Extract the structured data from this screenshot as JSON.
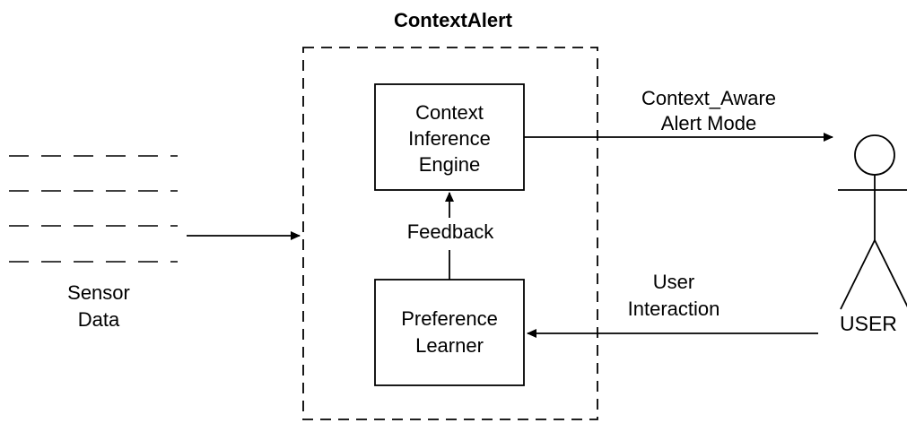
{
  "title": "ContextAlert",
  "inference_engine": {
    "label": "Context\nInference\nEngine"
  },
  "preference_learner": {
    "label": "Preference\nLearner"
  },
  "feedback_label": "Feedback",
  "sensor_label": "Sensor\nData",
  "output_label": "Context_Aware\nAlert Mode",
  "user_interaction_label": "User\nInteraction",
  "user_label": "USER",
  "colors": {
    "stroke": "#000000",
    "background": "#ffffff"
  }
}
